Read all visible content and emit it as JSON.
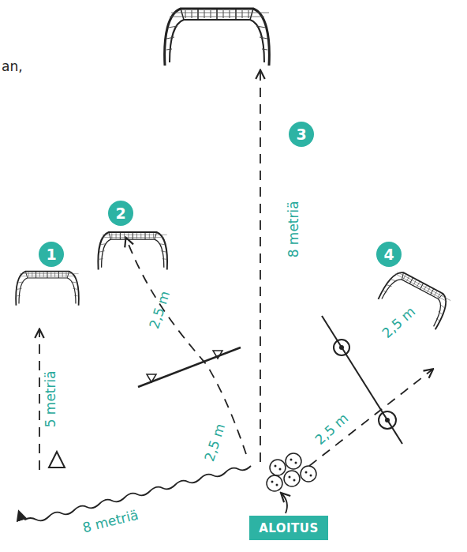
{
  "diagram": {
    "nodes": [
      {
        "text": [
          "3"
        ]
      },
      {
        "text": [
          "2"
        ]
      },
      {
        "text": [
          "1"
        ]
      },
      {
        "text": [
          "4"
        ]
      },
      {
        "text": [
          "ALOITUS"
        ]
      }
    ],
    "labels": [
      "an,",
      "8 metriä",
      "2,5 m",
      "5 metriä",
      "2,5 m",
      "2,5 m",
      "2,5 m",
      "8 metriä"
    ]
  }
}
